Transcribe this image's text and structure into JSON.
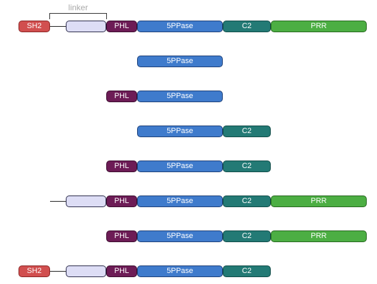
{
  "labels": {
    "linker": "linker",
    "sh2": "SH2",
    "phl": "PHL",
    "phosphatase": "5PPase",
    "c2": "C2",
    "prr": "PRR",
    "linker_box": ""
  },
  "colors": {
    "sh2": "#d14f4f",
    "linker": "#ddddf5",
    "phl": "#6d1c56",
    "phosphatase": "#3f7bcc",
    "c2": "#237a75",
    "prr": "#4cae43"
  },
  "constructs": [
    {
      "domains": [
        "sh2",
        "linker",
        "phl",
        "5ppase",
        "c2",
        "prr"
      ]
    },
    {
      "domains": [
        "5ppase"
      ]
    },
    {
      "domains": [
        "phl",
        "5ppase"
      ]
    },
    {
      "domains": [
        "5ppase",
        "c2"
      ]
    },
    {
      "domains": [
        "phl",
        "5ppase",
        "c2"
      ]
    },
    {
      "domains": [
        "linker",
        "phl",
        "5ppase",
        "c2",
        "prr"
      ]
    },
    {
      "domains": [
        "phl",
        "5ppase",
        "c2",
        "prr"
      ]
    },
    {
      "domains": [
        "sh2",
        "linker",
        "phl",
        "5ppase",
        "c2"
      ]
    }
  ]
}
